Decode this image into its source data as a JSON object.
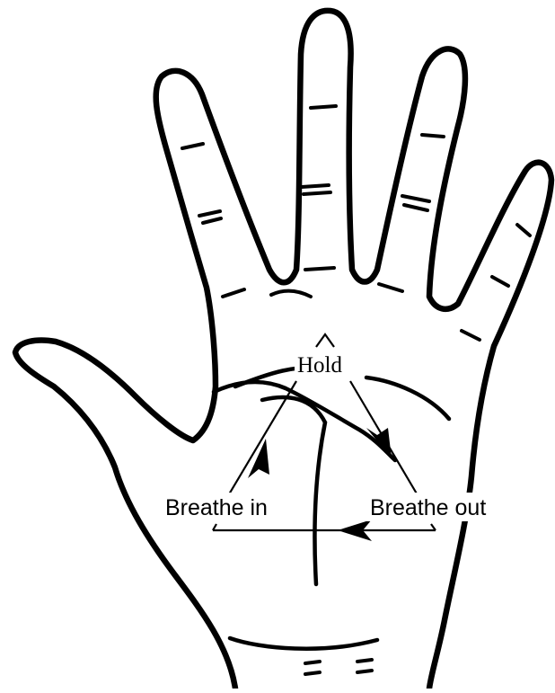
{
  "labels": {
    "hold": "Hold",
    "breathe_in": "Breathe in",
    "breathe_out": "Breathe out"
  },
  "colors": {
    "line": "#000000",
    "background": "#ffffff"
  }
}
